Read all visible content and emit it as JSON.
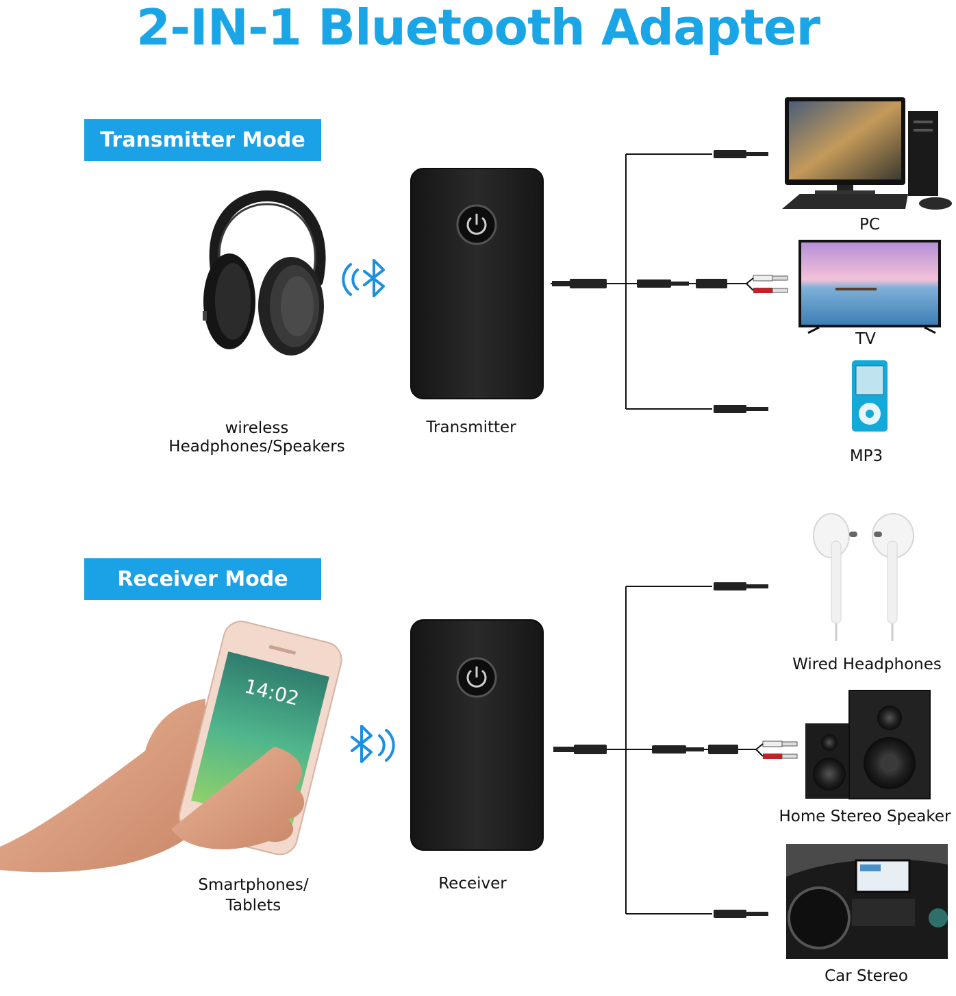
{
  "title": "2-IN-1 Bluetooth Adapter",
  "colors": {
    "brand_blue": "#1aa6e6",
    "banner_blue": "#1aa1e6",
    "device_black": "#232323",
    "cable": "#111111"
  },
  "transmitter": {
    "banner": "Transmitter Mode",
    "source_label_line1": "wireless",
    "source_label_line2": "Headphones/Speakers",
    "device_label": "Transmitter",
    "outputs": [
      "PC",
      "TV",
      "MP3"
    ]
  },
  "receiver": {
    "banner": "Receiver Mode",
    "source_label_line1": "Smartphones/",
    "source_label_line2": "Tablets",
    "device_label": "Receiver",
    "outputs": [
      "Wired Headphones",
      "Home Stereo Speaker",
      "Car Stereo"
    ]
  },
  "phone": {
    "clock": "14:02"
  },
  "icons": [
    "bluetooth-icon",
    "power-icon",
    "headphones-icon",
    "smartphone-icon",
    "pc-icon",
    "tv-icon",
    "mp3-player-icon",
    "earphones-icon",
    "speaker-icon",
    "car-stereo-icon"
  ]
}
